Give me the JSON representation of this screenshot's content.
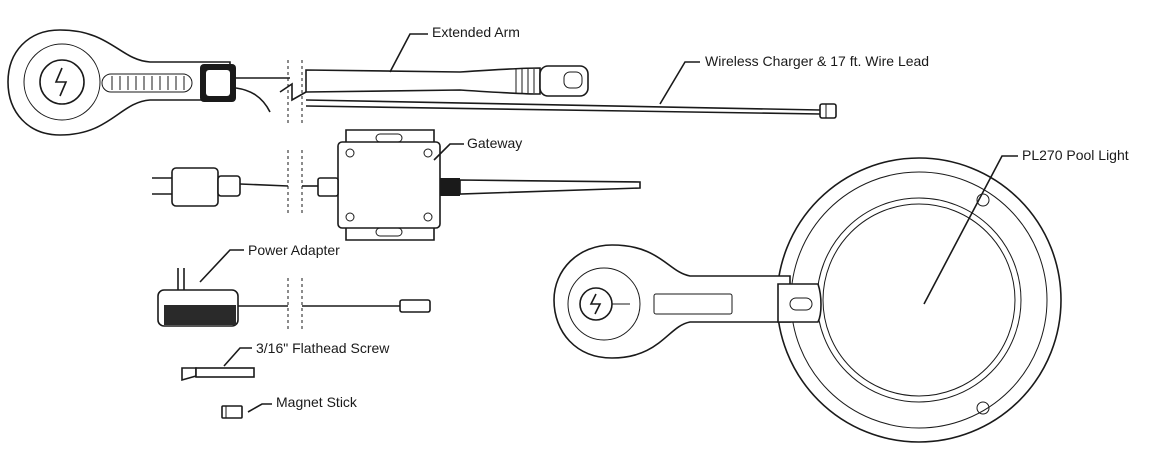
{
  "diagram": {
    "labels": {
      "extended_arm": "Extended Arm",
      "wireless_charger": "Wireless Charger & 17 ft. Wire Lead",
      "gateway": "Gateway",
      "power_adapter": "Power Adapter",
      "flathead_screw": "3/16\" Flathead Screw",
      "magnet_stick": "Magnet Stick",
      "pool_light": "PL270 Pool Light"
    }
  }
}
